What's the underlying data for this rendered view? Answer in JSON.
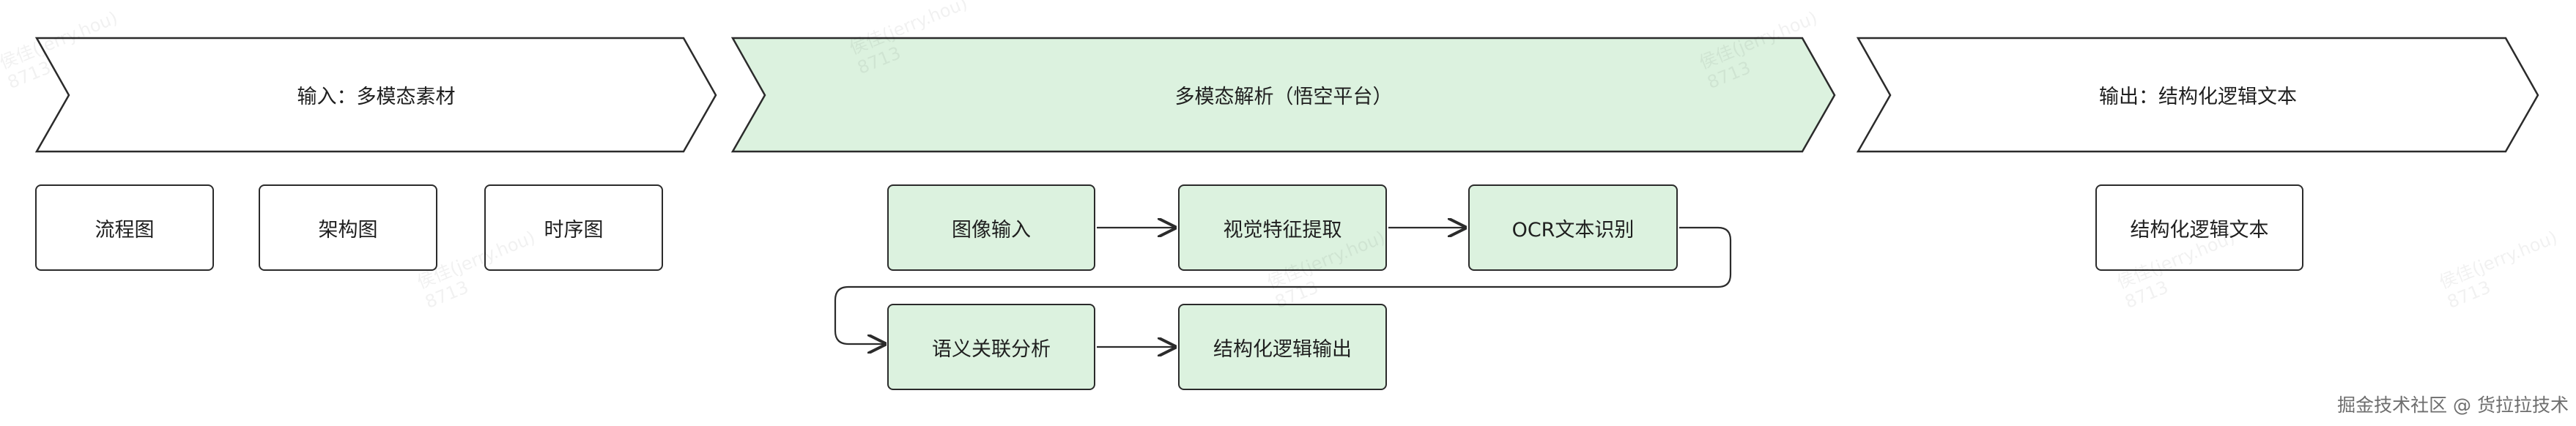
{
  "banners": {
    "input": {
      "label": "输入：多模态素材"
    },
    "parse": {
      "label": "多模态解析（悟空平台）"
    },
    "output": {
      "label": "输出：结构化逻辑文本"
    }
  },
  "input_nodes": [
    {
      "label": "流程图"
    },
    {
      "label": "架构图"
    },
    {
      "label": "时序图"
    }
  ],
  "pipeline_nodes": [
    {
      "label": "图像输入"
    },
    {
      "label": "视觉特征提取"
    },
    {
      "label": "OCR文本识别"
    },
    {
      "label": "语义关联分析"
    },
    {
      "label": "结构化逻辑输出"
    }
  ],
  "output_nodes": [
    {
      "label": "结构化逻辑文本"
    }
  ],
  "watermark": {
    "name": "侯佳(jerry.hou)",
    "id": "8713"
  },
  "footer": {
    "credit": "掘金技术社区 @ 货拉拉技术"
  },
  "colors": {
    "green_fill": "#dcf2df",
    "stroke": "#2b2b2b"
  }
}
